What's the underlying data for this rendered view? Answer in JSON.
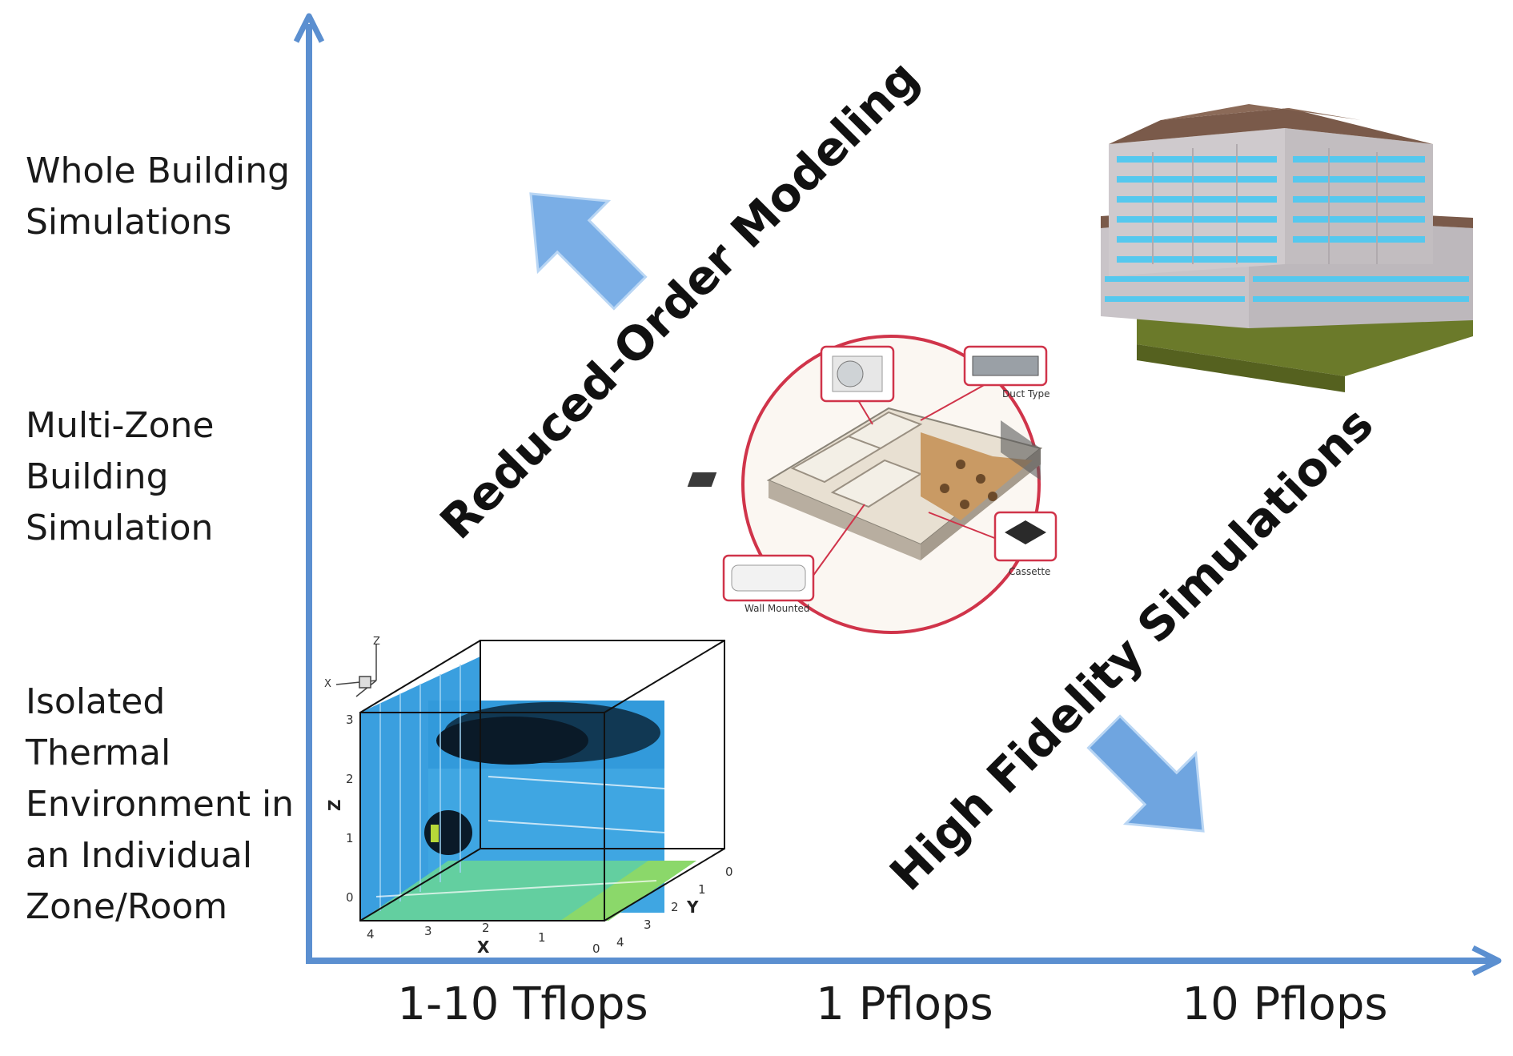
{
  "y_axis_labels": {
    "whole_building": "Whole Building\nSimulations",
    "multi_zone": "Multi-Zone\nBuilding\nSimulation",
    "isolated": "Isolated\nThermal\nEnvironment in\nan Individual\nZone/Room"
  },
  "x_axis_labels": [
    "1-10 Tflops",
    "1 Pflops",
    "10 Pflops"
  ],
  "diagonal_labels": {
    "reduced_order": "Reduced-Order Modeling",
    "high_fidelity": "High Fidelity Simulations"
  },
  "hvac_callouts": {
    "duct": "Duct Type",
    "cassette": "Cassette",
    "wall": "Wall Mounted"
  },
  "room_plot": {
    "axis_x": "X",
    "axis_y": "Y",
    "axis_z": "Z",
    "z_ticks": [
      "0",
      "1",
      "2",
      "3"
    ],
    "x_ticks": [
      "4",
      "3",
      "2",
      "1",
      "0"
    ],
    "y_ticks": [
      "0",
      "1",
      "2",
      "3",
      "4"
    ]
  },
  "colors": {
    "axis": "#5b8fd0",
    "arrow_fill": "#7aaee6",
    "roof": "#7a5a4a",
    "wall": "#c9c4c8",
    "window": "#55c8ee",
    "base": "#6b7a2a",
    "hvac_ring": "#d0344a"
  }
}
